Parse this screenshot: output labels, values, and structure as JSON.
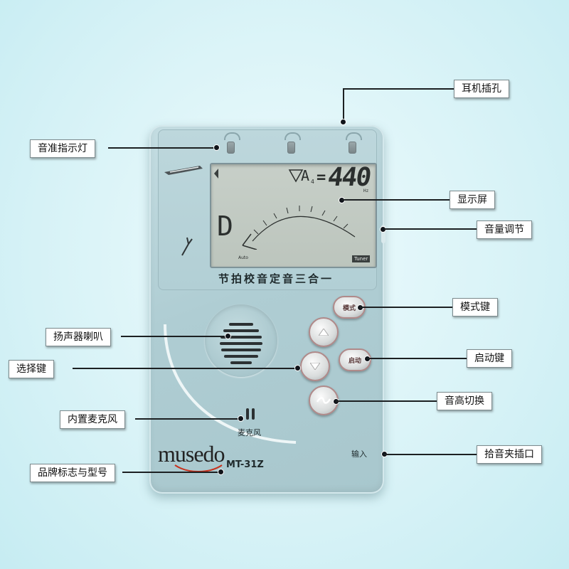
{
  "device": {
    "title": "节拍校音定音三合一",
    "brand": "musedo",
    "model": "MT-31Z",
    "mic_label": "麦克风",
    "input_label": "输入",
    "lcd": {
      "freq_value": "440",
      "freq_unit": "Hz",
      "pitch_letter": "A",
      "pitch_octave": "4",
      "note": "D",
      "auto_label": "Auto",
      "mode_tag": "Tuner"
    },
    "buttons": {
      "mode": "模式",
      "start": "启动"
    }
  },
  "callouts": {
    "earphone_jack": "耳机插孔",
    "pitch_led": "音准指示灯",
    "display": "显示屏",
    "volume": "音量调节",
    "mode_key": "模式键",
    "speaker": "扬声器喇叭",
    "select_key": "选择键",
    "start_key": "启动键",
    "pitch_switch": "音高切换",
    "mic": "内置麦克风",
    "pickup_jack": "拾音夹插口",
    "brand_model": "品牌标志与型号"
  },
  "colors": {
    "background": "#d9f3f7",
    "device_body": "#afcdd3",
    "lcd": "#c2cac3",
    "brand_red": "#c8321e"
  }
}
